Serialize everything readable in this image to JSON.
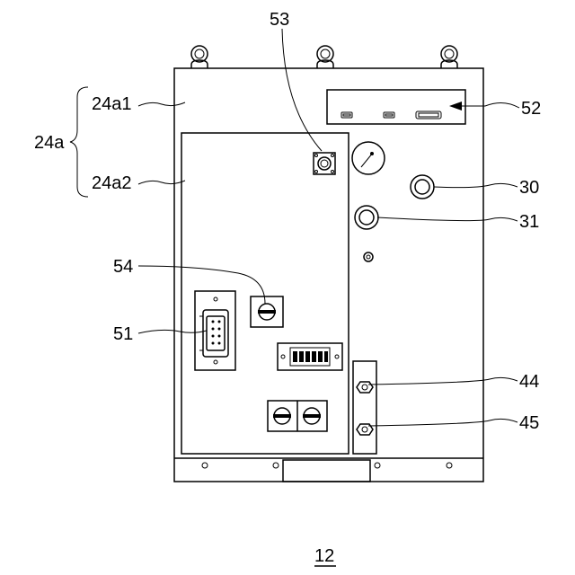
{
  "figure": {
    "figure_number": "12",
    "labels": {
      "l53": "53",
      "l52": "52",
      "l24a": "24a",
      "l24a1": "24a1",
      "l24a2": "24a2",
      "l30": "30",
      "l31": "31",
      "l54": "54",
      "l51": "51",
      "l44": "44",
      "l45": "45"
    }
  }
}
